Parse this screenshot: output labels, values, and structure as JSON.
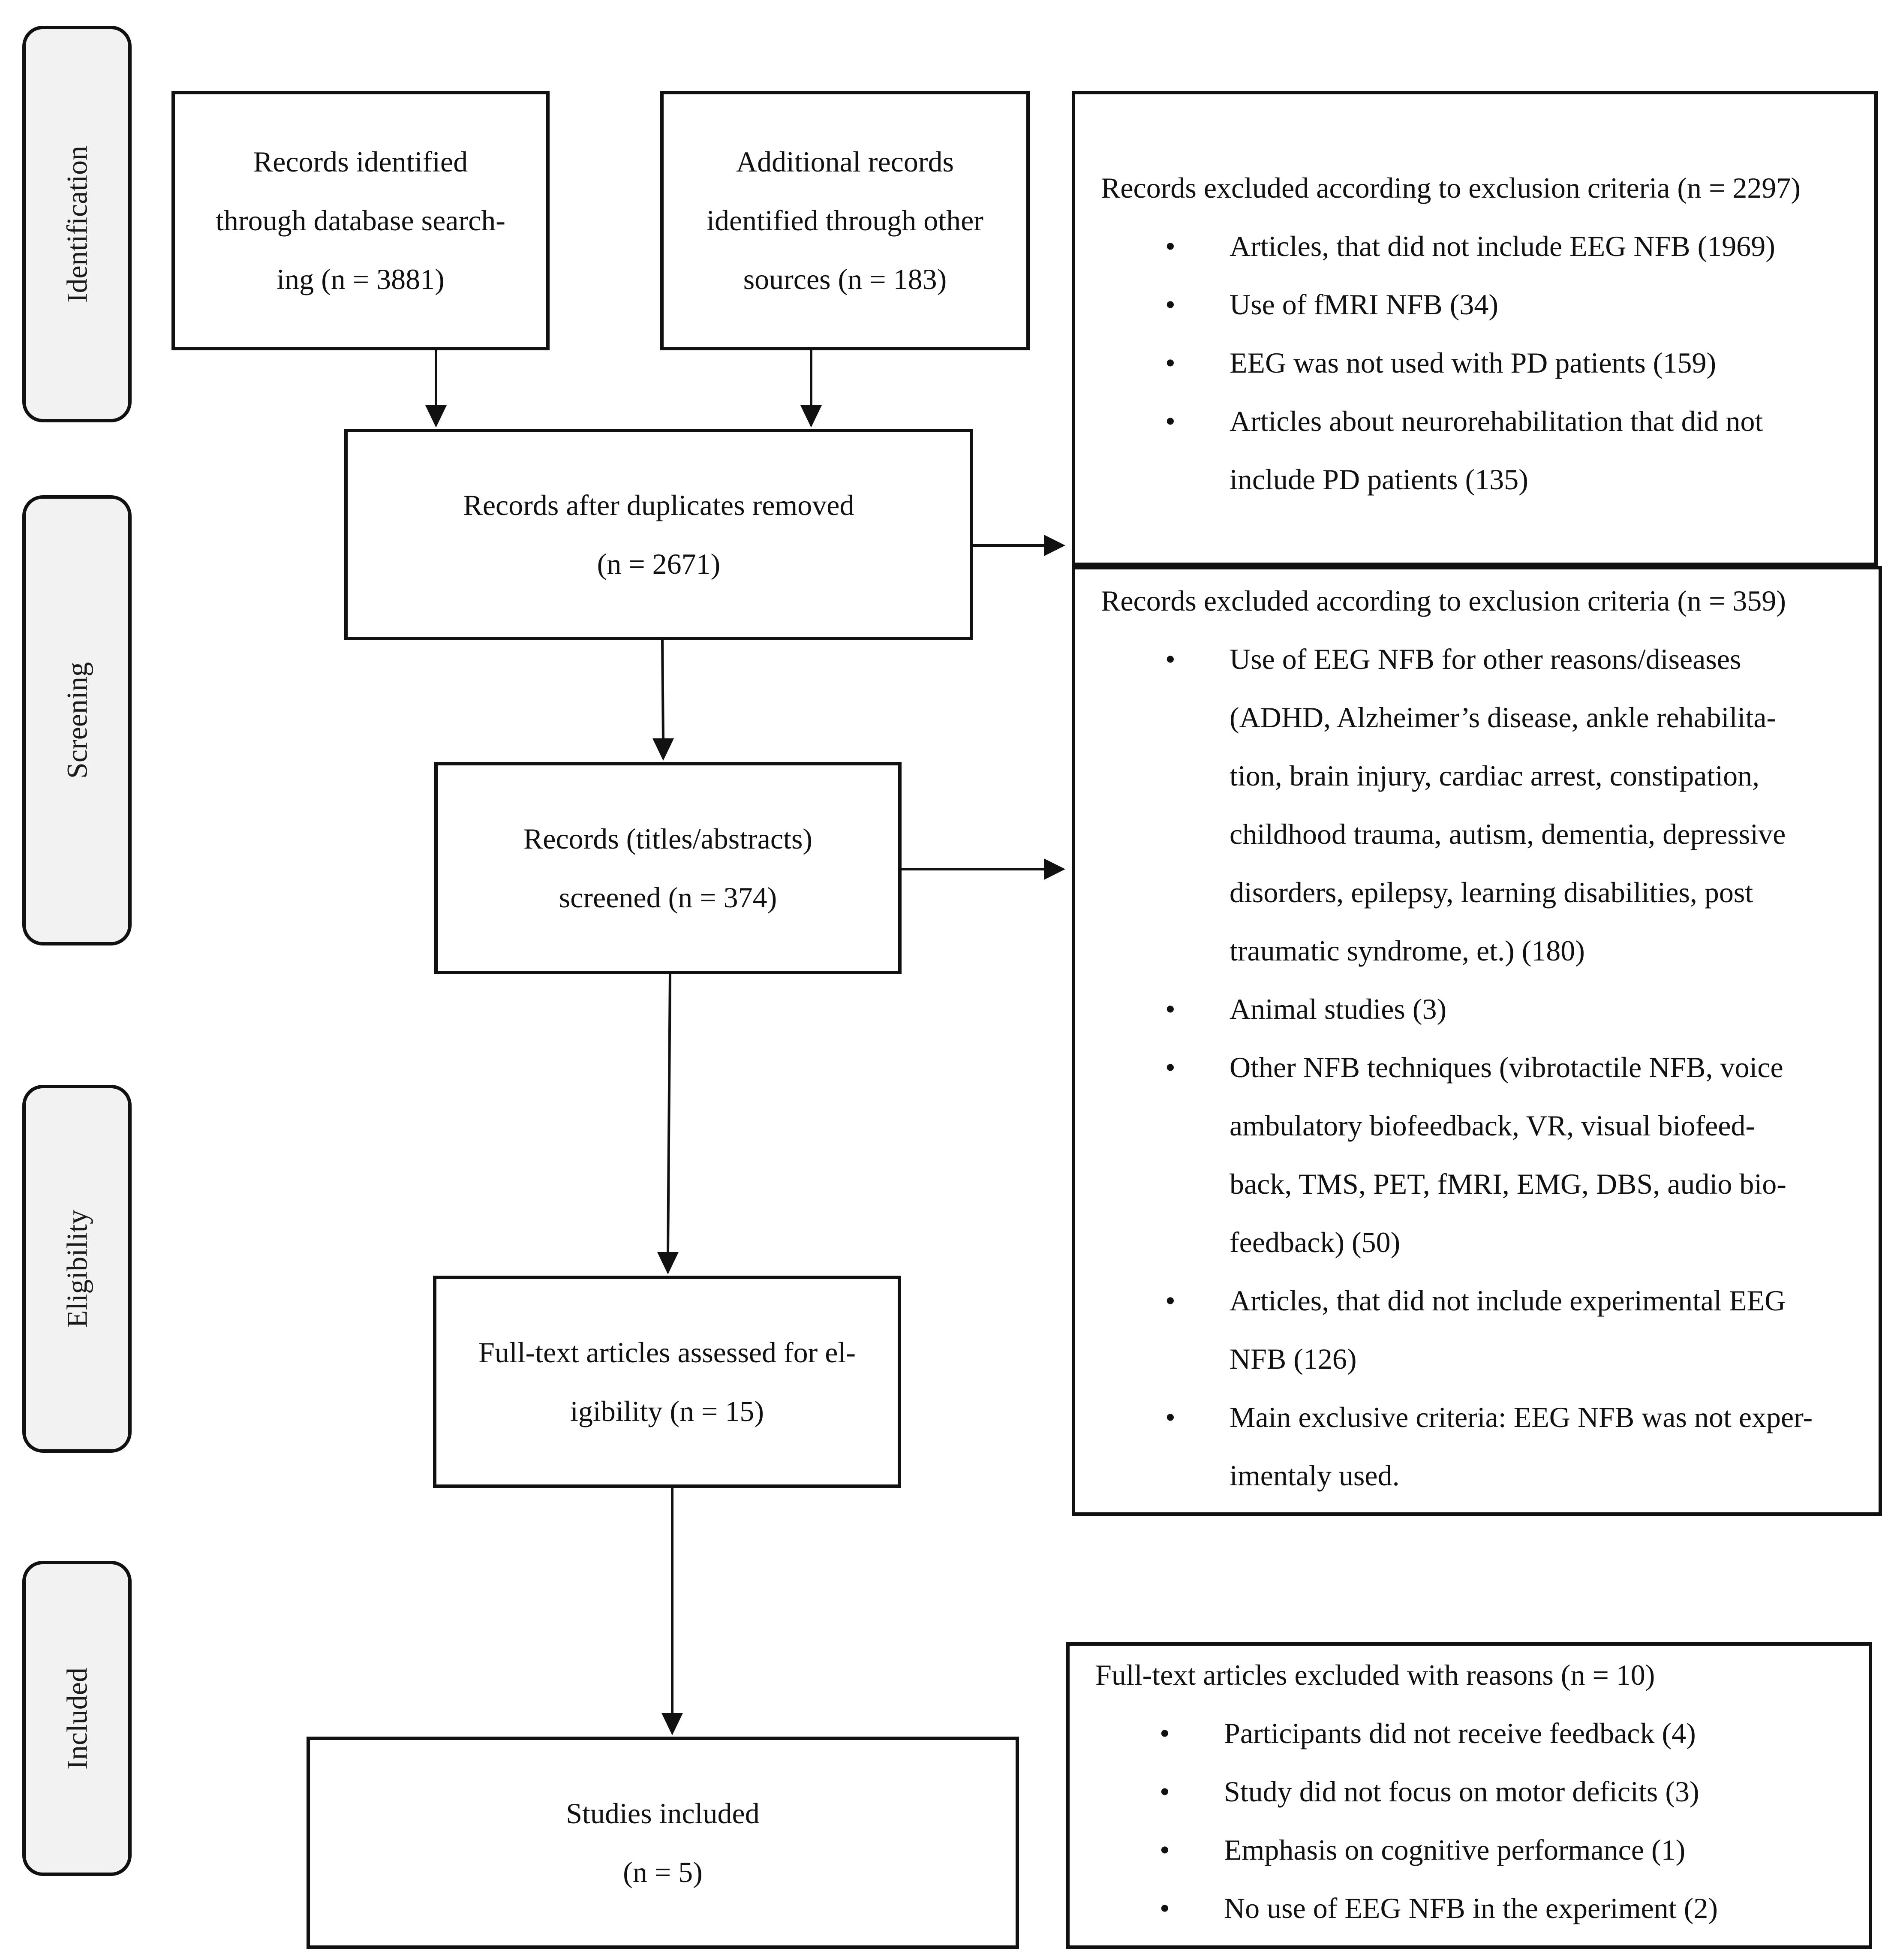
{
  "phases": {
    "identification": "Identification",
    "screening": "Screening",
    "eligibility": "Eligibility",
    "included": "Included"
  },
  "boxes": {
    "database": [
      "Records identified",
      "through database search-",
      "ing (n = 3881)"
    ],
    "other_sources": [
      "Additional records",
      "identified through other",
      "sources (n = 183)"
    ],
    "duplicates_removed": [
      "Records after duplicates removed",
      "(n = 2671)"
    ],
    "screened": [
      "Records (titles/abstracts)",
      "screened (n = 374)"
    ],
    "full_text": [
      "Full-text articles assessed for el-",
      "igibility (n = 15)"
    ],
    "included": [
      "Studies included",
      "(n = 5)"
    ]
  },
  "exclusions": {
    "first": {
      "heading": "Records excluded according to exclusion criteria (n = 2297)",
      "items": [
        [
          "Articles, that did not include EEG NFB (1969)"
        ],
        [
          "Use of fMRI NFB (34)"
        ],
        [
          "EEG was not used with PD patients (159)"
        ],
        [
          "Articles about neurorehabilitation that did not",
          "include PD patients (135)"
        ]
      ]
    },
    "second": {
      "heading": "Records excluded according to exclusion criteria (n = 359)",
      "items": [
        [
          "Use of EEG NFB for other reasons/diseases",
          "(ADHD, Alzheimer’s disease, ankle rehabilita-",
          "tion, brain injury, cardiac arrest, constipation,",
          "childhood trauma, autism, dementia, depressive",
          "disorders, epilepsy, learning disabilities, post",
          "traumatic syndrome, et.) (180)"
        ],
        [
          "Animal studies (3)"
        ],
        [
          "Other NFB techniques (vibrotactile NFB, voice",
          "ambulatory biofeedback, VR, visual biofeed-",
          "back, TMS, PET, fMRI, EMG, DBS, audio bio-",
          "feedback) (50)"
        ],
        [
          "Articles, that did not include experimental EEG",
          "NFB (126)"
        ],
        [
          "Main exclusive criteria: EEG NFB was not exper-",
          "imentaly used."
        ]
      ]
    },
    "third": {
      "heading": "Full-text articles excluded with reasons (n = 10)",
      "items": [
        [
          "Participants did not receive feedback (4)"
        ],
        [
          "Study did not focus on motor deficits (3)"
        ],
        [
          "Emphasis on cognitive performance (1)"
        ],
        [
          "No use of EEG NFB in the experiment (2)"
        ]
      ]
    }
  }
}
